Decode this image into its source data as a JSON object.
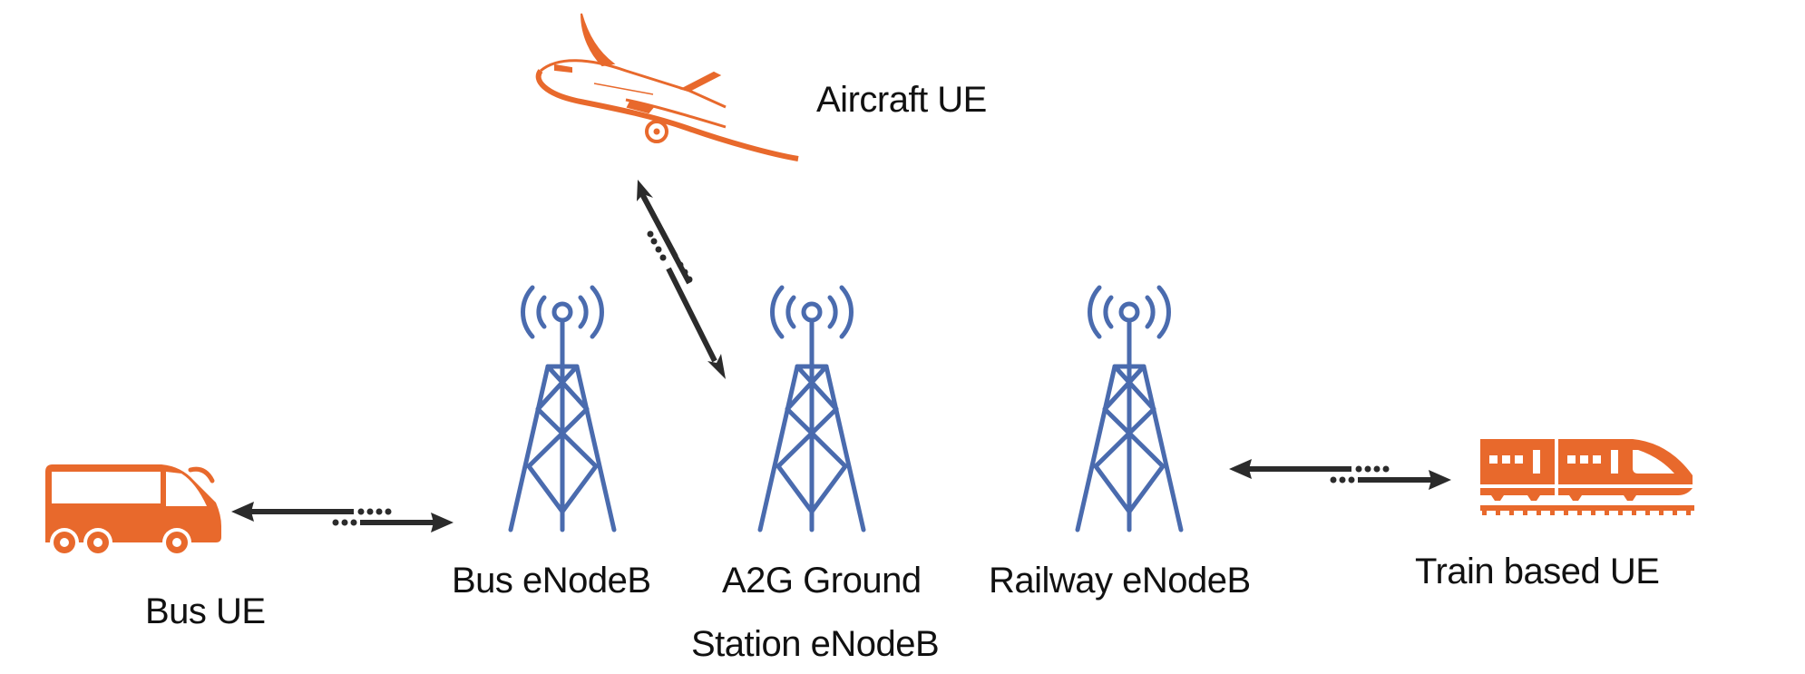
{
  "diagram": {
    "title": "",
    "colors": {
      "ue_orange": "#E8692C",
      "tower_blue": "#4A6BAE",
      "link_black": "#2B2B2B",
      "text": "#111111",
      "background": "#FFFFFF"
    },
    "nodes": [
      {
        "id": "aircraft_ue",
        "label": "Aircraft UE",
        "icon": "airplane-icon"
      },
      {
        "id": "bus_ue",
        "label": "Bus UE",
        "icon": "bus-icon"
      },
      {
        "id": "bus_enodeb",
        "label": "Bus eNodeB",
        "icon": "cell-tower-icon"
      },
      {
        "id": "a2g_enodeb",
        "label_line1": "A2G Ground",
        "label_line2": "Station eNodeB",
        "icon": "cell-tower-icon"
      },
      {
        "id": "railway_enodeb",
        "label": "Railway eNodeB",
        "icon": "cell-tower-icon"
      },
      {
        "id": "train_ue",
        "label": "Train based UE",
        "icon": "train-icon"
      }
    ],
    "links": [
      {
        "from": "aircraft_ue",
        "to": "a2g_enodeb",
        "type": "bidirectional-wireless"
      },
      {
        "from": "bus_ue",
        "to": "bus_enodeb",
        "type": "bidirectional-wireless"
      },
      {
        "from": "railway_enodeb",
        "to": "train_ue",
        "type": "bidirectional-wireless"
      }
    ]
  }
}
